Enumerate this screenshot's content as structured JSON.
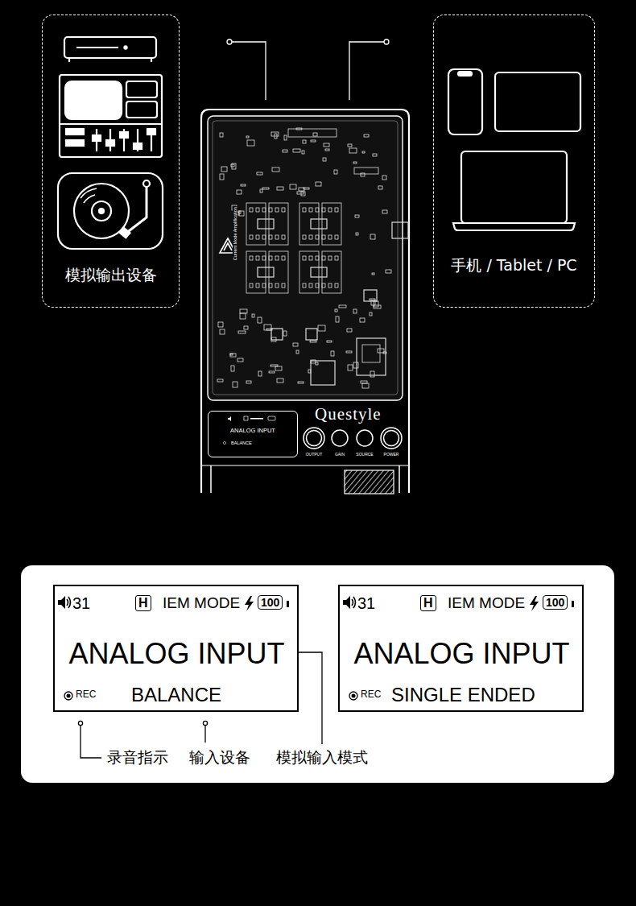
{
  "diagram": {
    "nodes": [
      {
        "text": [
          "模拟输出设备"
        ]
      },
      {
        "text": [
          "手机 / Tablet / PC"
        ]
      },
      {
        "text": [
          "ANALOG INPUT",
          "BALANCE"
        ]
      },
      {
        "text": [
          "31",
          "H",
          "IEM MODE",
          "100",
          "ANALOG INPUT",
          "REC",
          "BALANCE"
        ]
      },
      {
        "text": [
          "31",
          "H",
          "IEM MODE",
          "100",
          "ANALOG INPUT",
          "REC",
          "SINGLE ENDED"
        ]
      }
    ],
    "labels": [
      "Questyle",
      "OUTPUT",
      "GAIN",
      "SOURCE",
      "POWER",
      "Current Mode Amplification",
      "录音指示",
      "输入设备",
      "模拟输入模式"
    ]
  }
}
